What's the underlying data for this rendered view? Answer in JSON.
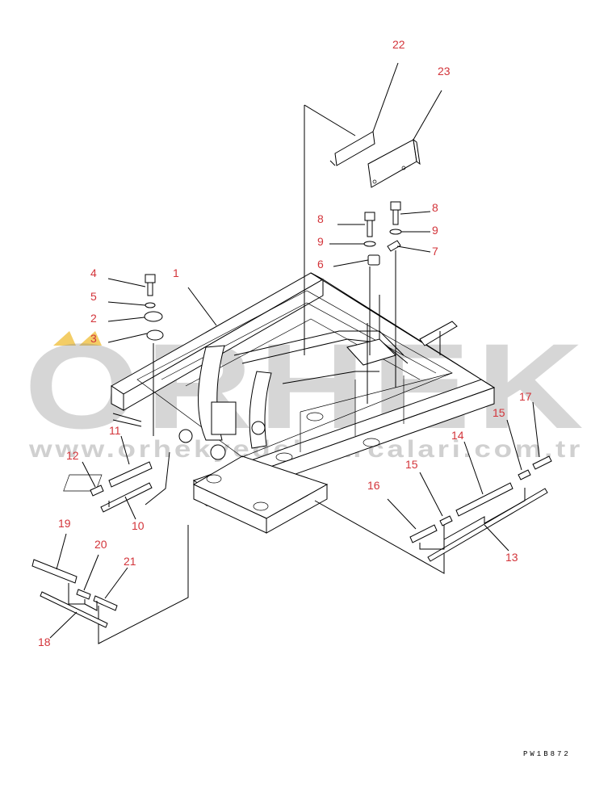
{
  "watermark": {
    "brand": "ORHEK",
    "url": "www.orhekyedekparcalari.com.tr",
    "accent_color": "#f0c040",
    "gray_color": "#8c8c8c"
  },
  "callout_color": "#d3343a",
  "callouts": {
    "c1": "1",
    "c2": "2",
    "c3": "3",
    "c4": "4",
    "c5": "5",
    "c6": "6",
    "c7": "7",
    "c8a": "8",
    "c8b": "8",
    "c9a": "9",
    "c9b": "9",
    "c10": "10",
    "c11": "11",
    "c12": "12",
    "c13": "13",
    "c14": "14",
    "c15a": "15",
    "c15b": "15",
    "c16": "16",
    "c17": "17",
    "c18": "18",
    "c19": "19",
    "c20": "20",
    "c21": "21",
    "c22": "22",
    "c23": "23"
  },
  "drawing_ref": "PW1B872"
}
